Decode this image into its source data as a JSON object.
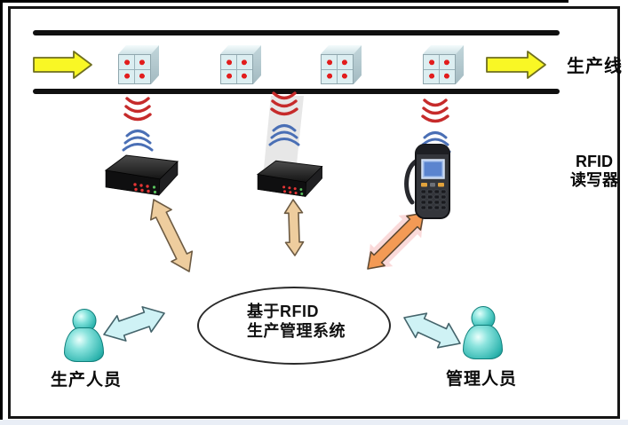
{
  "labels": {
    "production_line": "生产线",
    "rfid_reader_line1": "RFID",
    "rfid_reader_line2": "读写器",
    "system_line1": "基于RFID",
    "system_line2": "生产管理系统",
    "production_staff": "生产人员",
    "management_staff": "管理人员"
  },
  "entities": {
    "tagged_crates_count": 4,
    "tags_per_crate": 4,
    "fixed_readers_count": 2,
    "handheld_readers_count": 1
  },
  "colors": {
    "conveyor_line": "#101010",
    "flow_arrow_fill": "#f9f725",
    "rfid_tag_dot": "#e21d1d",
    "wave_outgoing_red": "#c62b2b",
    "wave_incoming_blue": "#4a6fb5",
    "link_arrow_tan": "#eecd9e",
    "link_arrow_orange": "#f39a55",
    "link_arrow_cyan": "#cff2f5",
    "person_fill": "#3fc0bb",
    "crate_fill": "#dceef1"
  }
}
